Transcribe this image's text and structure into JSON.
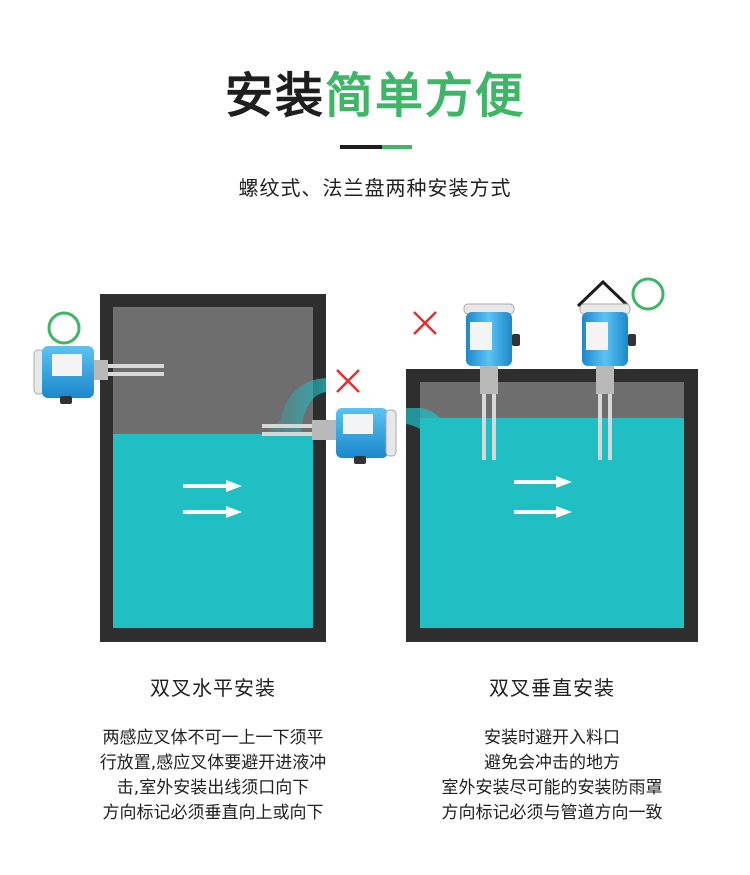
{
  "title": {
    "part1": "安装",
    "part2": "简单方便"
  },
  "subtitle": "螺纹式、法兰盘两种安装方式",
  "colors": {
    "accent_green": "#3fb667",
    "title_dark": "#1e1e1e",
    "tank_wall": "#2e2e2e",
    "tank_air": "#6e6e6e",
    "liquid": "#1fbfc4",
    "wrong_mark": "#e03030",
    "sensor_blue": "#2a9fe0"
  },
  "left_panel": {
    "correct_icon": "correct-circle-icon",
    "wrong_icon": "wrong-cross-icon",
    "caption": "双叉水平安装",
    "description": [
      "两感应叉体不可一上一下须平",
      "行放置,感应叉体要避开进液冲",
      "击,室外安装出线须口向下",
      "方向标记必须垂直向上或向下"
    ]
  },
  "right_panel": {
    "correct_icon": "correct-circle-icon",
    "wrong_icon": "wrong-cross-icon",
    "caption": "双叉垂直安装",
    "description": [
      "安装时避开入料口",
      "避免会冲击的地方",
      "室外安装尽可能的安装防雨罩",
      "方向标记必须与管道方向一致"
    ]
  }
}
